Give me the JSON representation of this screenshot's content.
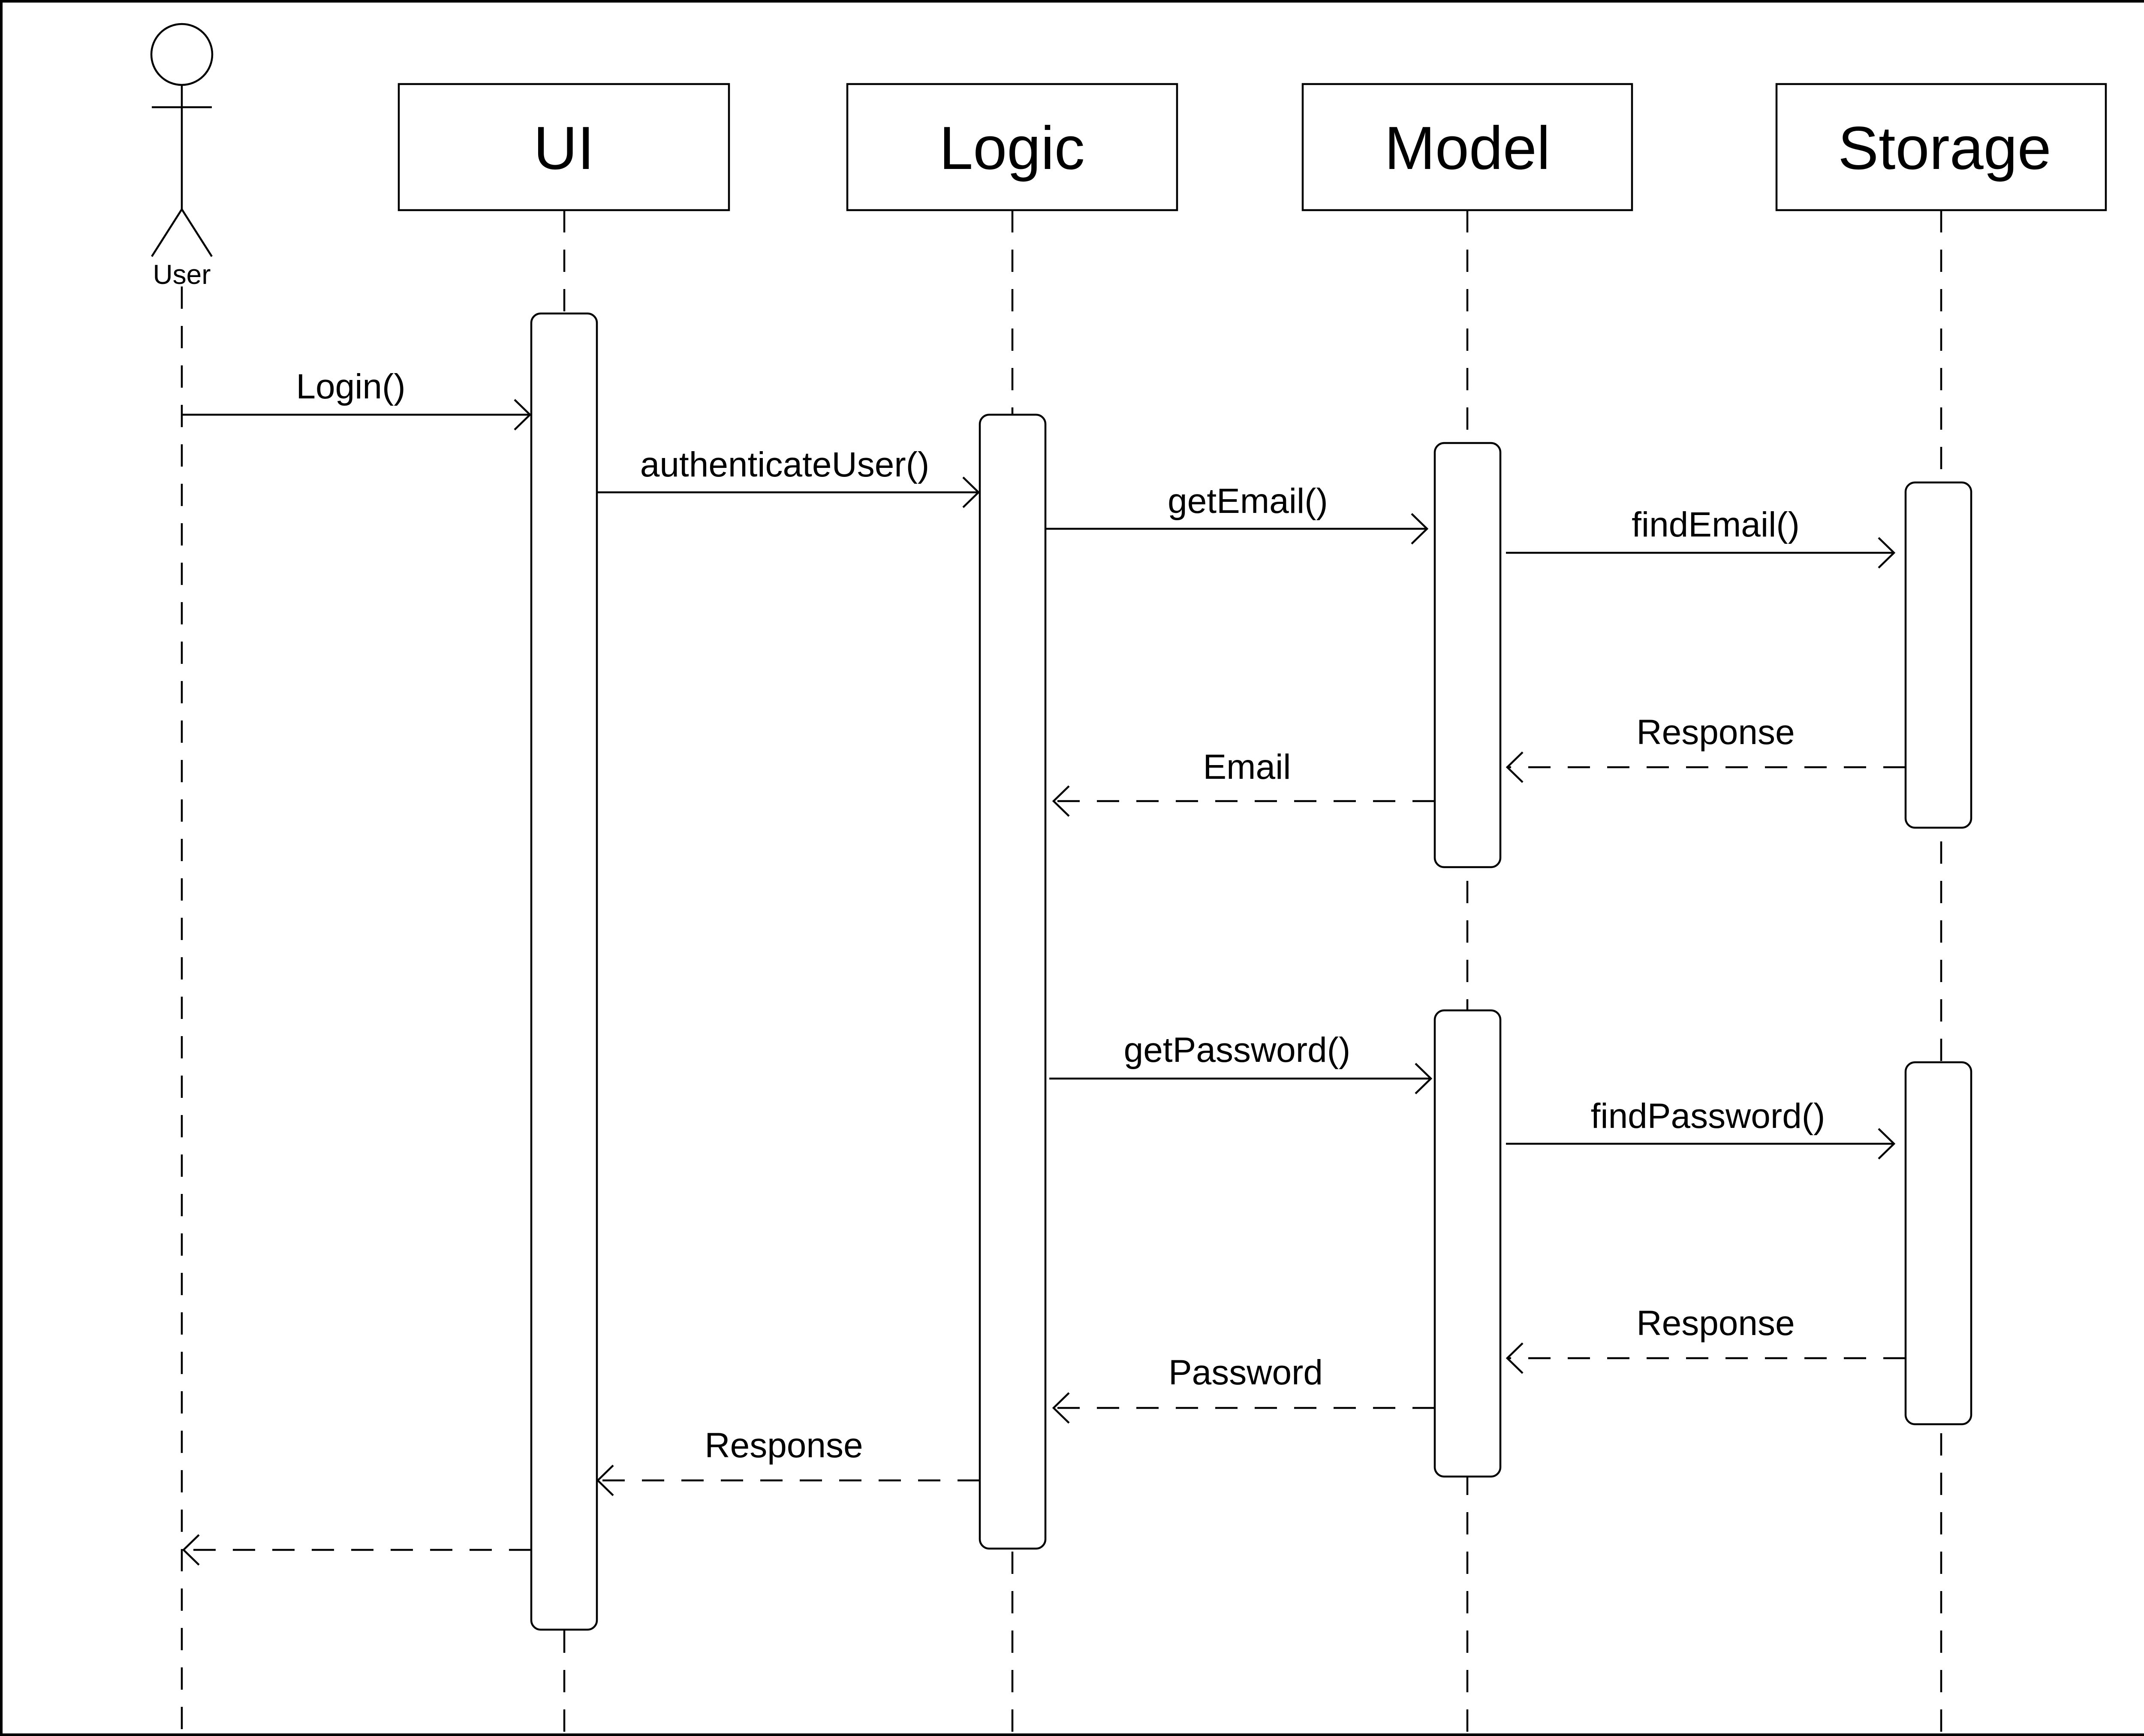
{
  "actor": {
    "label": "User"
  },
  "participants": [
    {
      "id": "ui",
      "label": "UI"
    },
    {
      "id": "logic",
      "label": "Logic"
    },
    {
      "id": "model",
      "label": "Model"
    },
    {
      "id": "storage",
      "label": "Storage"
    }
  ],
  "messages": [
    {
      "from": "user",
      "to": "ui",
      "label": "Login()",
      "kind": "call"
    },
    {
      "from": "ui",
      "to": "logic",
      "label": "authenticateUser()",
      "kind": "call"
    },
    {
      "from": "logic",
      "to": "model",
      "label": "getEmail()",
      "kind": "call"
    },
    {
      "from": "model",
      "to": "storage",
      "label": "findEmail()",
      "kind": "call"
    },
    {
      "from": "storage",
      "to": "model",
      "label": "Response",
      "kind": "return"
    },
    {
      "from": "model",
      "to": "logic",
      "label": "Email",
      "kind": "return"
    },
    {
      "from": "logic",
      "to": "model",
      "label": "getPassword()",
      "kind": "call"
    },
    {
      "from": "model",
      "to": "storage",
      "label": "findPassword()",
      "kind": "call"
    },
    {
      "from": "storage",
      "to": "model",
      "label": "Response",
      "kind": "return"
    },
    {
      "from": "model",
      "to": "logic",
      "label": "Password",
      "kind": "return"
    },
    {
      "from": "logic",
      "to": "ui",
      "label": "Response",
      "kind": "return"
    },
    {
      "from": "ui",
      "to": "user",
      "label": "",
      "kind": "return"
    }
  ]
}
